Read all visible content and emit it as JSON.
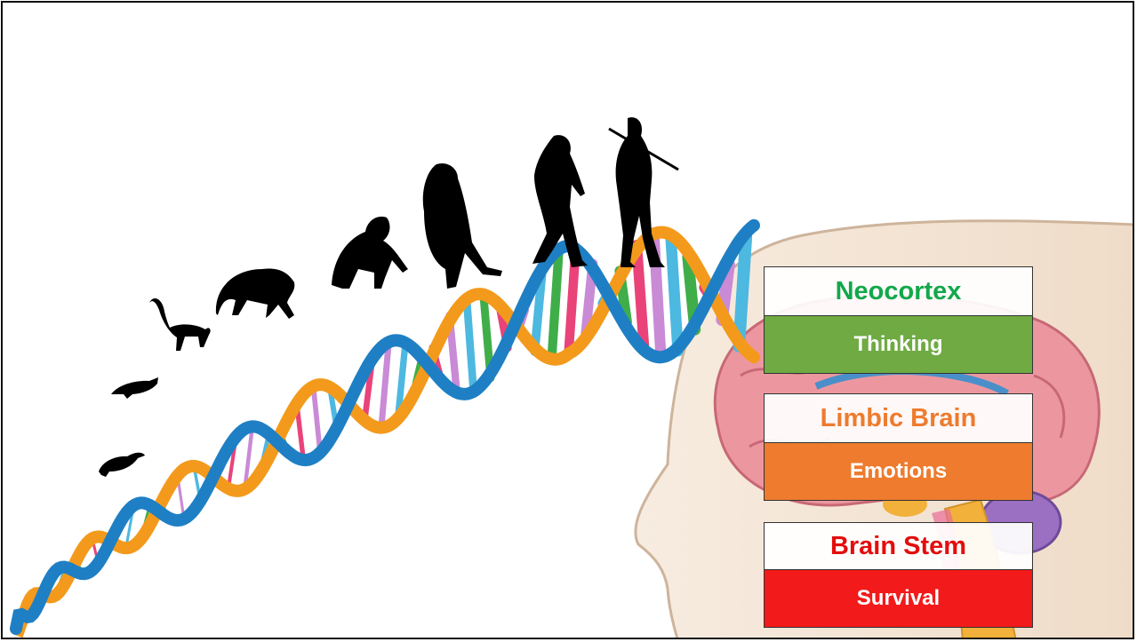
{
  "layers": [
    {
      "title": "Neocortex",
      "function": "Thinking",
      "title_color": "#12a84a",
      "box_color": "#6faa43"
    },
    {
      "title": "Limbic Brain",
      "function": "Emotions",
      "title_color": "#ee7b2e",
      "box_color": "#ee7b2e"
    },
    {
      "title": "Brain Stem",
      "function": "Survival",
      "title_color": "#e30d0d",
      "box_color": "#f21a1a"
    }
  ],
  "illustration": {
    "dna_strand_colors": [
      "#f39a1c",
      "#1f7fc4"
    ],
    "base_pair_colors": [
      "#e9437a",
      "#c98ad6",
      "#4db8e0",
      "#3fae49"
    ],
    "evolution_silhouettes": [
      "lizard-icon",
      "shrew-icon",
      "lemur-icon",
      "monkey-icon",
      "chimpanzee-icon",
      "early-hominid-icon",
      "archaic-human-icon",
      "modern-human-icon"
    ],
    "head_color": "#f2e3d2",
    "brain_color": "#e88a96"
  }
}
